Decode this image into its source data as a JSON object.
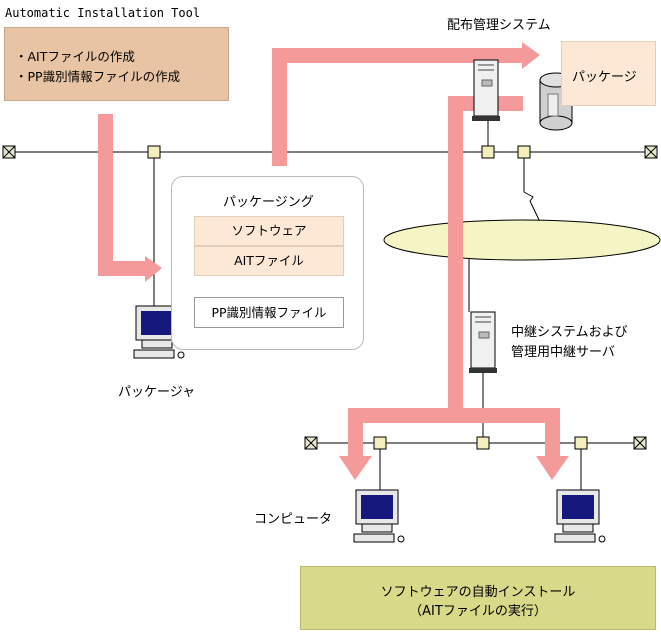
{
  "tool_label": "Automatic Installation Tool",
  "tool_box": {
    "item1": "・AITファイルの作成",
    "item2": "・PP識別情報ファイルの作成"
  },
  "dist_system_label": "配布管理システム",
  "package_label": "パッケージ",
  "packaging": {
    "title": "パッケージング",
    "software": "ソフトウェア",
    "ait_file": "AITファイル",
    "pp_file": "PP識別情報ファイル"
  },
  "packager_label": "パッケージャ",
  "relay": {
    "line1": "中継システムおよび",
    "line2": "管理用中継サーバ"
  },
  "computer_label": "コンピュータ",
  "auto_install": {
    "line1": "ソフトウェアの自動インストール",
    "line2": "（AITファイルの実行）"
  },
  "colors": {
    "arrow": "#f59a9a",
    "tool_box": "#e8c3a4",
    "package_box": "#fde8d6",
    "auto_box": "#d9d98a",
    "ellipse": "#f4f4c4"
  }
}
